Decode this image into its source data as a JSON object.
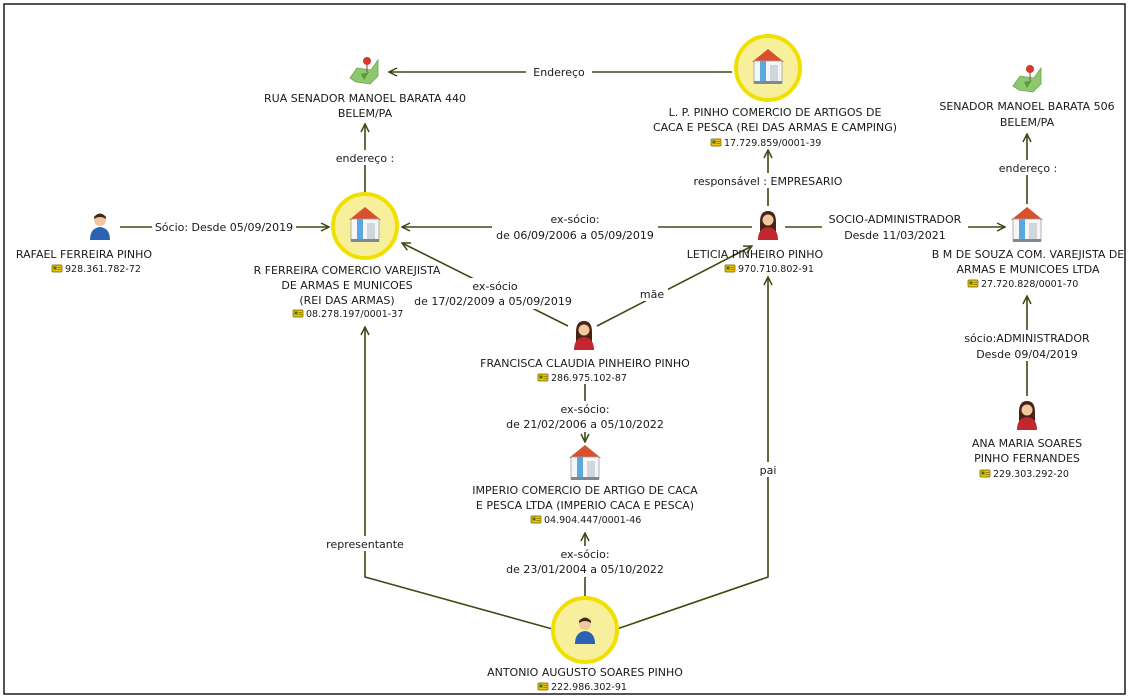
{
  "nodes": {
    "rua_address": {
      "line1": "RUA SENADOR MANOEL BARATA 440",
      "line2": "BELEM/PA",
      "icon": "map-pin-icon"
    },
    "lp_pinho": {
      "line1": "L. P. PINHO COMERCIO DE ARTIGOS DE",
      "line2": "CACA E PESCA (REI DAS ARMAS E CAMPING)",
      "doc": "17.729.859/0001-39",
      "icon": "building-icon"
    },
    "senador_address": {
      "line1": "SENADOR MANOEL BARATA 506",
      "line2": "BELEM/PA",
      "icon": "map-pin-icon"
    },
    "rafael": {
      "line1": "RAFAEL FERREIRA PINHO",
      "doc": "928.361.782-72",
      "icon": "man-icon"
    },
    "r_ferreira": {
      "line1": "R FERREIRA COMERCIO VAREJISTA",
      "line2": "DE ARMAS E MUNICOES",
      "line3": "(REI DAS ARMAS)",
      "doc": "08.278.197/0001-37",
      "icon": "building-icon"
    },
    "leticia": {
      "line1": "LETICIA PINHEIRO PINHO",
      "doc": "970.710.802-91",
      "icon": "woman-icon"
    },
    "bm_souza": {
      "line1": "B M DE SOUZA COM. VAREJISTA DE",
      "line2": "ARMAS E MUNICOES LTDA",
      "doc": "27.720.828/0001-70",
      "icon": "building-icon"
    },
    "francisca": {
      "line1": "FRANCISCA CLAUDIA PINHEIRO PINHO",
      "doc": "286.975.102-87",
      "icon": "woman-icon"
    },
    "ana_maria": {
      "line1": "ANA MARIA SOARES",
      "line2": "PINHO FERNANDES",
      "doc": "229.303.292-20",
      "icon": "woman-icon"
    },
    "imperio": {
      "line1": "IMPERIO COMERCIO DE ARTIGO DE CACA",
      "line2": "E PESCA LTDA (IMPERIO CACA E PESCA)",
      "doc": "04.904.447/0001-46",
      "icon": "building-icon"
    },
    "antonio": {
      "line1": "ANTONIO AUGUSTO SOARES PINHO",
      "doc": "222.986.302-91",
      "icon": "man-icon"
    }
  },
  "edges": {
    "endereco_top": {
      "line1": "Endereço"
    },
    "endereco_left": {
      "line1": "endereço :"
    },
    "endereco_right": {
      "line1": "endereço :"
    },
    "responsavel": {
      "line1": "responsável : EMPRESARIO"
    },
    "rafael_socio": {
      "line1": "Sócio: Desde 05/09/2019"
    },
    "leticia_ex_socio": {
      "line1": "ex-sócio:",
      "line2": "de 06/09/2006 a 05/09/2019"
    },
    "socio_admin": {
      "line1": "SOCIO-ADMINISTRADOR",
      "line2": "Desde 11/03/2021"
    },
    "francisca_ex_socio": {
      "line1": "ex-sócio",
      "line2": "de 17/02/2009 a 05/09/2019"
    },
    "mae": {
      "line1": "mãe"
    },
    "ana_socio": {
      "line1": "sócio:ADMINISTRADOR",
      "line2": "Desde 09/04/2019"
    },
    "francisca_imperio": {
      "line1": "ex-sócio:",
      "line2": "de 21/02/2006 a 05/10/2022"
    },
    "antonio_imperio": {
      "line1": "ex-sócio:",
      "line2": "de 23/01/2004 a 05/10/2022"
    },
    "representante": {
      "line1": "representante"
    },
    "pai": {
      "line1": "pai"
    }
  },
  "colors": {
    "edge": "#3b4a12",
    "halo": "#f0e000",
    "card": "#f2c200"
  }
}
